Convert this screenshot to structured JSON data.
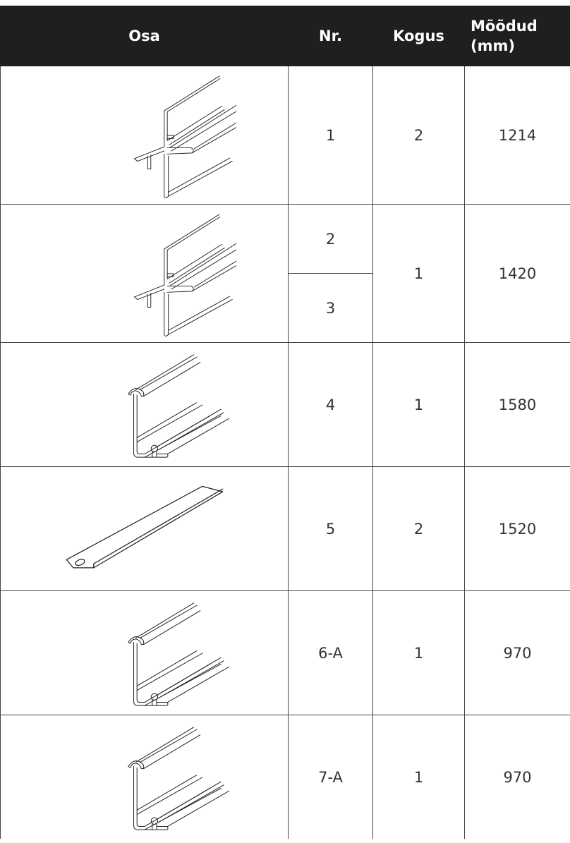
{
  "header": {
    "part": "Osa",
    "nr": "Nr.",
    "qty": "Kogus",
    "dim_line1": "Mõõdud",
    "dim_line2": "(mm)"
  },
  "rows": [
    {
      "part_icon": "cross-profile-icon",
      "nr": "1",
      "qty": "2",
      "dim": "1214"
    },
    {
      "part_icon": "cross-profile-icon",
      "nr": "2",
      "nr_b": "3",
      "qty": "1",
      "dim": "1420"
    },
    {
      "part_icon": "hook-profile-icon",
      "nr": "4",
      "qty": "1",
      "dim": "1580"
    },
    {
      "part_icon": "flat-bar-icon",
      "nr": "5",
      "qty": "2",
      "dim": "1520"
    },
    {
      "part_icon": "hook-profile-icon",
      "nr": "6-A",
      "qty": "1",
      "dim": "970"
    },
    {
      "part_icon": "hook-profile-icon",
      "nr": "7-A",
      "qty": "1",
      "dim": "970"
    }
  ]
}
